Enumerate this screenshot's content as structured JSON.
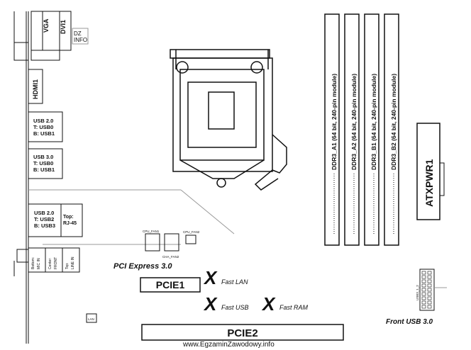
{
  "connectors": {
    "vga": "VGA",
    "dvi": "DVI1",
    "dz_info": [
      "DZ",
      "INFO"
    ],
    "hdmi": "HDMI1",
    "usb20_top": [
      "USB 2.0",
      "T: USB0",
      "B: USB1"
    ],
    "usb30": [
      "USB 3.0",
      "T: USB0",
      "B: USB1"
    ],
    "usb20_bottom": [
      "USB 2.0",
      "T: USB2",
      "B: USB3"
    ],
    "rj45": [
      "Top:",
      "RJ-45"
    ],
    "audio": [
      [
        "Bottom:",
        "MIC IN"
      ],
      [
        "Center:",
        "FRONT"
      ],
      [
        "Top:",
        "LINE IN"
      ]
    ],
    "lan": "LAN",
    "atx": "ATXPWR1",
    "front_usb_header": "USB3_1_2",
    "front_usb": "Front USB 3.0"
  },
  "fans": [
    "CPU_FAN1",
    "CHA_FAN2",
    "CPU_FAN2"
  ],
  "ram_slots": [
    "DDR3_A1 (64 bit, 240-pin module)",
    "DDR3_A2 (64 bit, 240-pin module)",
    "DDR3_B1 (64 bit, 240-pin module)",
    "DDR3_B2 (64 bit, 240-pin module)"
  ],
  "pcie": {
    "caption": "PCI Express 3.0",
    "slot1": "PCIE1",
    "slot2": "PCIE2"
  },
  "marks": {
    "x_symbol": "X",
    "fast_lan": "Fast LAN",
    "fast_usb": "Fast USB",
    "fast_ram": "Fast RAM"
  },
  "watermark": "www.EgzaminZawodowy.info"
}
